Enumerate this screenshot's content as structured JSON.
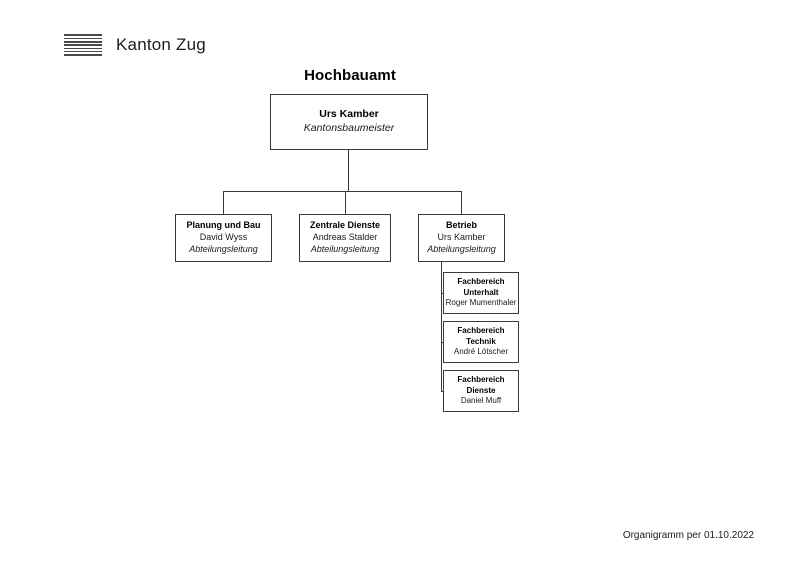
{
  "page": {
    "background_color": "#ffffff",
    "line_color": "#3a3a3a",
    "text_color": "#1a1a1a"
  },
  "header": {
    "logo_icon": "kanton-zug-stripes-logo",
    "brand_name": "Kanton Zug"
  },
  "chart": {
    "title": "Hochbauamt",
    "root": {
      "person": "Urs Kamber",
      "role": "Kantonsbaumeister"
    },
    "departments": [
      {
        "title": "Planung und Bau",
        "person": "David Wyss",
        "role": "Abteilungsleitung"
      },
      {
        "title": "Zentrale Dienste",
        "person": "Andreas Stalder",
        "role": "Abteilungsleitung"
      },
      {
        "title": "Betrieb",
        "person": "Urs Kamber",
        "role": "Abteilungsleitung"
      }
    ],
    "units": [
      {
        "title_line1": "Fachbereich",
        "title_line2": "Unterhalt",
        "person": "Roger Mumenthaler"
      },
      {
        "title_line1": "Fachbereich",
        "title_line2": "Technik",
        "person": "André Lötscher"
      },
      {
        "title_line1": "Fachbereich",
        "title_line2": "Dienste",
        "person": "Daniel Muff"
      }
    ]
  },
  "footer": {
    "note": "Organigramm per 01.10.2022"
  }
}
